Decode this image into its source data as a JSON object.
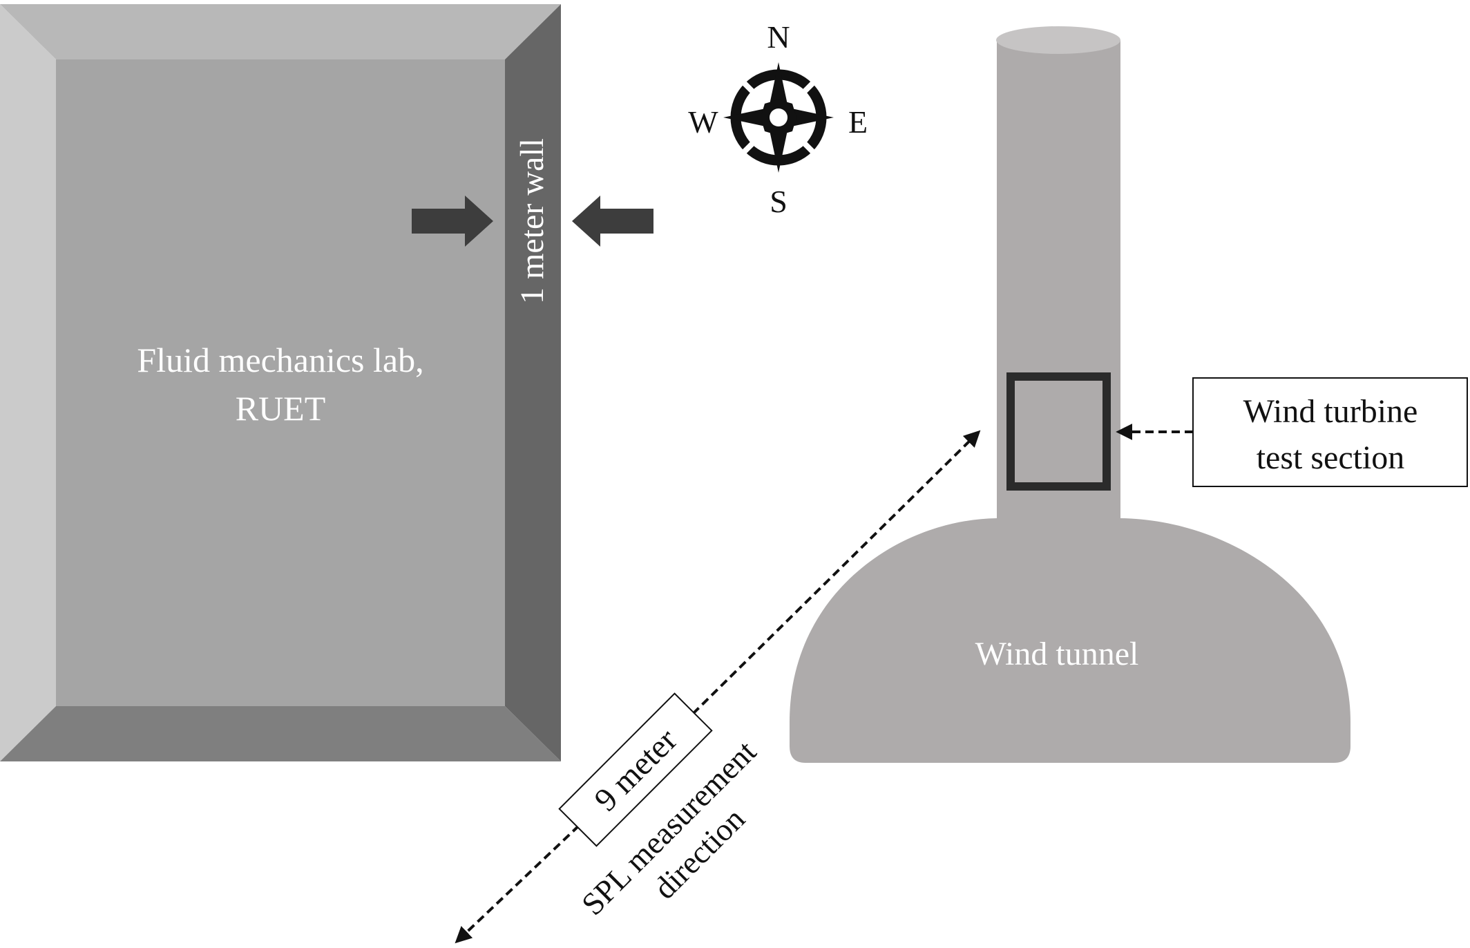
{
  "lab": {
    "name_line1": "Fluid mechanics lab,",
    "name_line2": "RUET",
    "wall_label": "1 meter wall"
  },
  "compass": {
    "north": "N",
    "south": "S",
    "east": "E",
    "west": "W",
    "icon": "compass-rose-icon"
  },
  "tunnel": {
    "label": "Wind tunnel",
    "test_section_line1": "Wind turbine",
    "test_section_line2": "test section"
  },
  "measurement": {
    "distance": "9 meter",
    "direction_line1": "SPL measurement",
    "direction_line2": "direction"
  },
  "colors": {
    "lab_top": "#b8b8b8",
    "lab_left": "#cbcbcb",
    "lab_right": "#666666",
    "lab_bottom": "#7f7f7f",
    "lab_face": "#a5a5a5",
    "tunnel": "#aeabab",
    "arrow": "#3d3d3d",
    "ink": "#111111"
  }
}
